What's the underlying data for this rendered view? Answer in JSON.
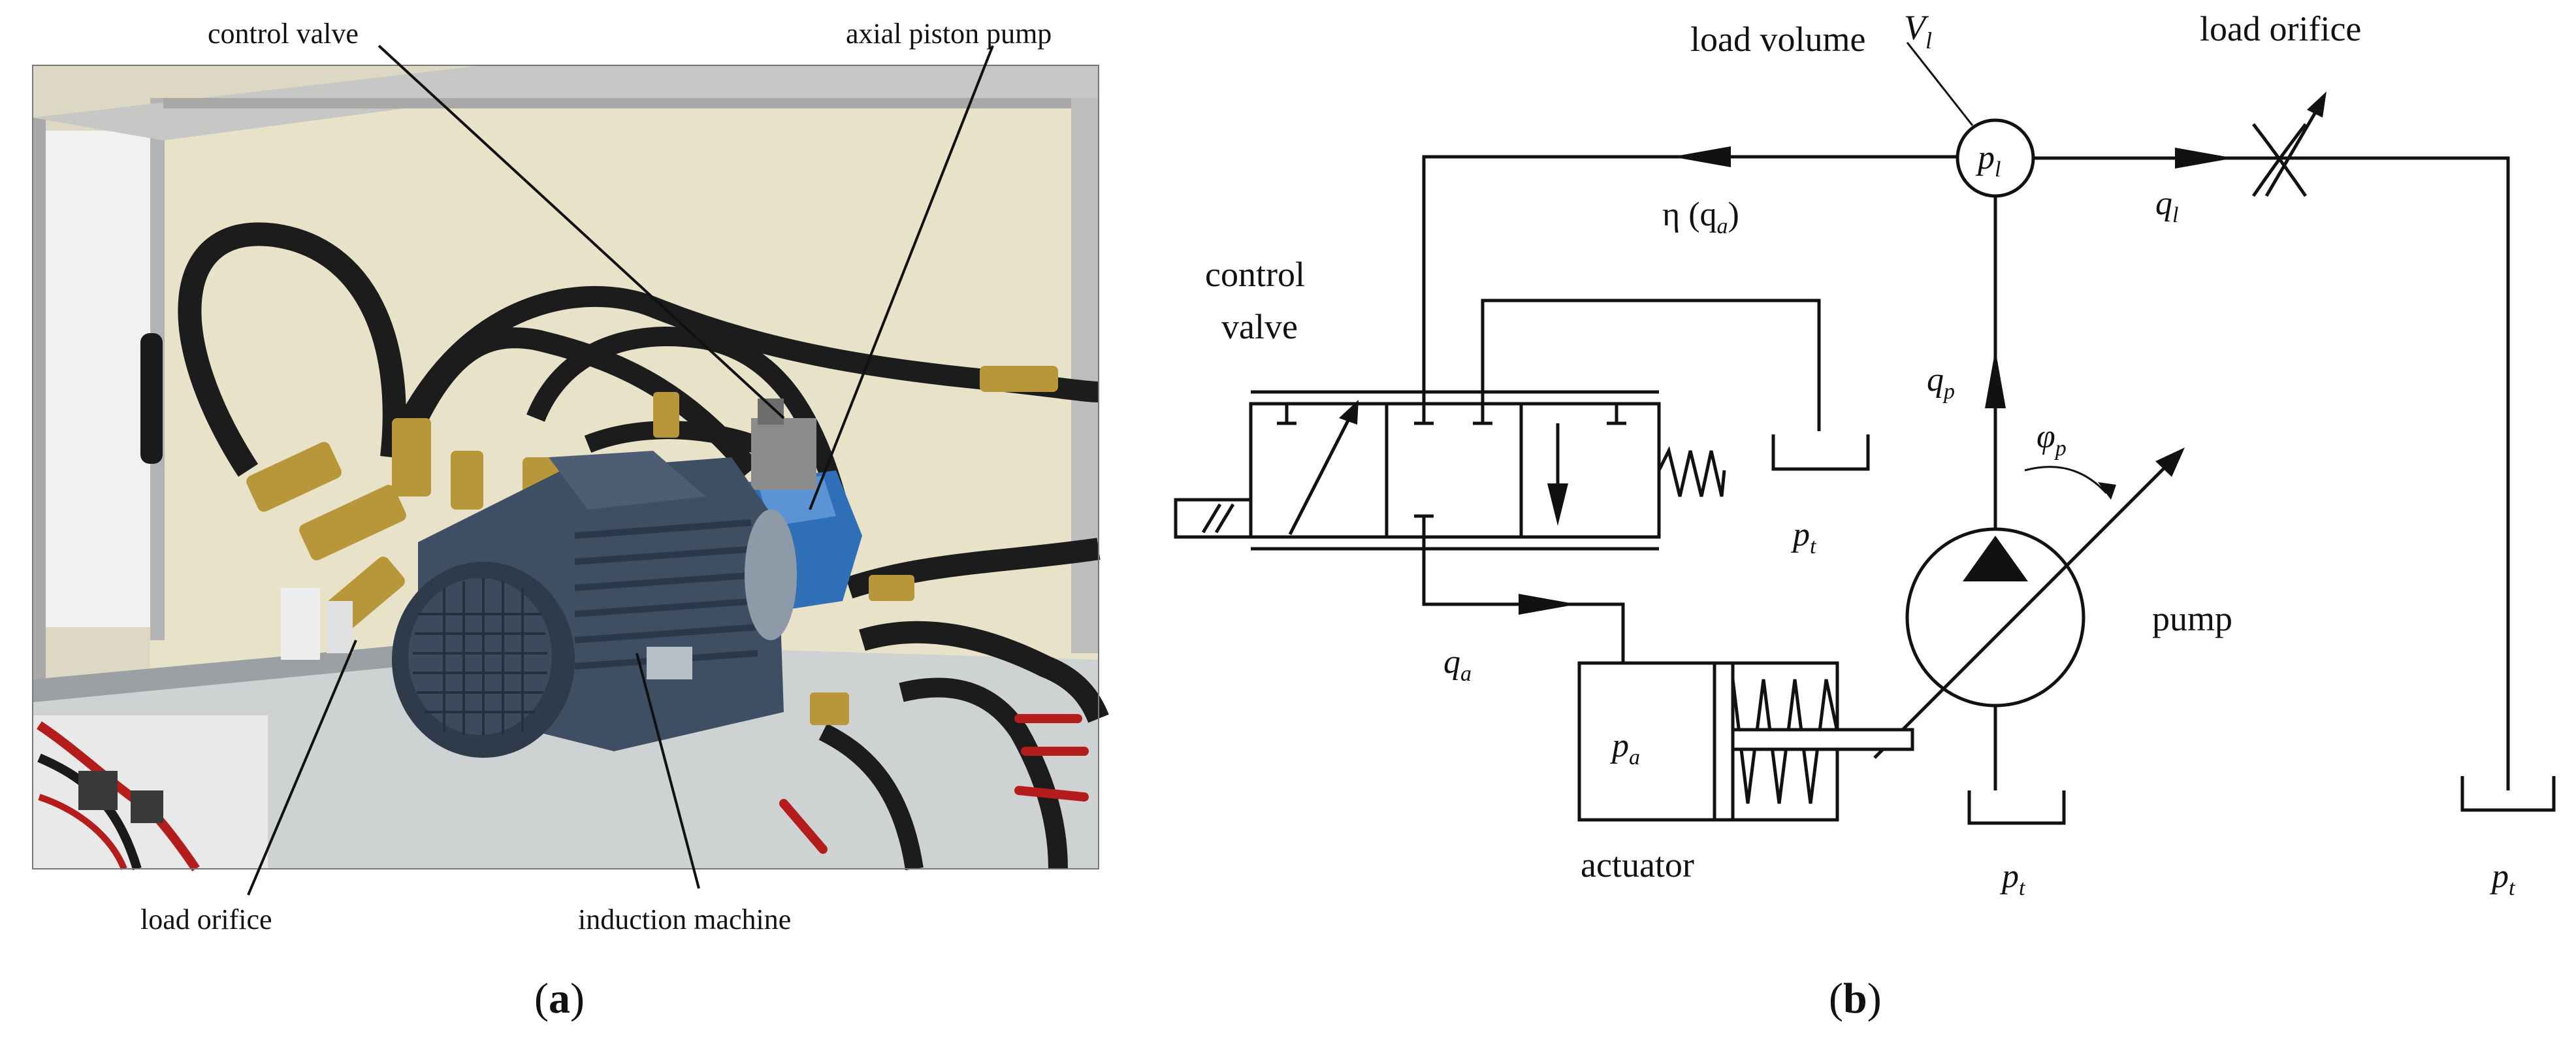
{
  "panel_a": {
    "label_open": "(",
    "label_letter": "a",
    "label_close": ")",
    "callouts": {
      "control_valve": "control valve",
      "axial_piston_pump": "axial piston pump",
      "load_orifice": "load orifice",
      "induction_machine": "induction machine"
    }
  },
  "panel_b": {
    "label_open": "(",
    "label_letter": "b",
    "label_close": ")",
    "labels": {
      "load_volume": "load volume",
      "Vl": "V",
      "Vl_sub": "l",
      "load_orifice": "load orifice",
      "pl": "p",
      "pl_sub": "l",
      "ql": "q",
      "ql_sub": "l",
      "eta": "η (q",
      "eta_sub": "a",
      "eta_close": ")",
      "control": "control",
      "valve": "valve",
      "qp": "q",
      "qp_sub": "p",
      "phip": "φ",
      "phip_sub": "p",
      "pt_valve": "p",
      "pt_valve_sub": "t",
      "pump": "pump",
      "qa": "q",
      "qa_sub": "a",
      "pa": "p",
      "pa_sub": "a",
      "actuator": "actuator",
      "pt_pump": "p",
      "pt_pump_sub": "t",
      "pt_right": "p",
      "pt_right_sub": "t"
    }
  },
  "colors": {
    "ink": "#111111",
    "photo_wall": "#e7e2c8",
    "motor_blue": "#3f4f63",
    "pump_blue": "#2f6fb8",
    "brass": "#b8963a",
    "hose": "#1c1c1c"
  }
}
